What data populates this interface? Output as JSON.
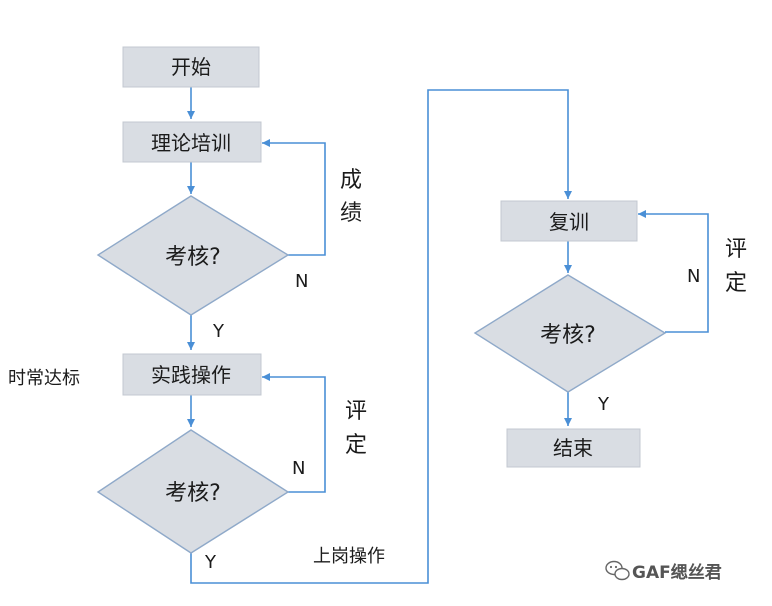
{
  "colors": {
    "node_fill": "#d9dde3",
    "node_stroke": "#b9bfc8",
    "arrow": "#4a8fd6",
    "diamond_stroke": "#8fa9c9"
  },
  "nodes": {
    "start": "开始",
    "theory_training": "理论培训",
    "exam1": "考核?",
    "practice": "实践操作",
    "exam2": "考核?",
    "retrain": "复训",
    "exam3": "考核?",
    "end": "结束"
  },
  "labels": {
    "y1": "Y",
    "n1": "N",
    "y2": "Y",
    "n2": "N",
    "y3": "Y",
    "n3": "N",
    "score": [
      "成",
      "绩"
    ],
    "evaluate1": [
      "评",
      "定"
    ],
    "evaluate2": [
      "评",
      "定"
    ],
    "daily_standard": "时常达标",
    "on_duty": "上岗操作"
  },
  "watermark": {
    "icon": "wechat-icon",
    "text": "GAF缌丝君"
  }
}
